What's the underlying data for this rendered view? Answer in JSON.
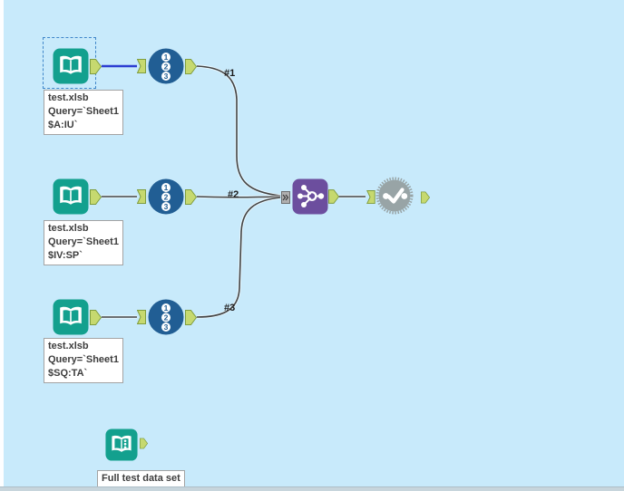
{
  "colors": {
    "canvas_bg": "#c8eafb",
    "input_tool": "#13a08e",
    "select_tool": "#215e94",
    "union_tool": "#6c4e9e",
    "test_tool": "#98a4a6",
    "anchor_fill": "#c6d96f",
    "anchor_stroke": "#7f9d3f",
    "wire": "#444444",
    "selected_wire": "#2d3ed2"
  },
  "select_numbers": [
    "1",
    "2",
    "3"
  ],
  "tools": {
    "input1": {
      "caption": [
        "test.xlsb",
        "Query=`Sheet1",
        "$A:IU`"
      ]
    },
    "input2": {
      "caption": [
        "test.xlsb",
        "Query=`Sheet1",
        "$IV:SP`"
      ]
    },
    "input3": {
      "caption": [
        "test.xlsb",
        "Query=`Sheet1",
        "$SQ:TA`"
      ]
    },
    "input4": {
      "caption": [
        "Full test data set"
      ]
    }
  },
  "connections": {
    "c1": {
      "label": "#1"
    },
    "c2": {
      "label": "#2"
    },
    "c3": {
      "label": "#3"
    }
  }
}
